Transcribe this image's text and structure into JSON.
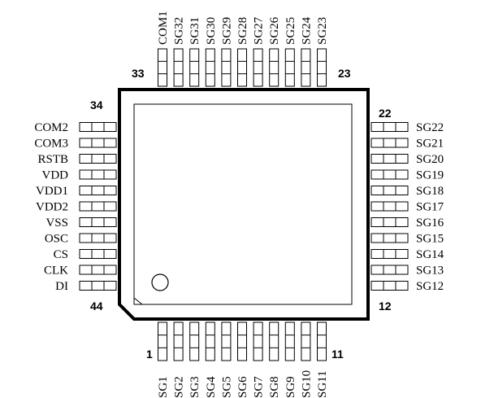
{
  "package": {
    "corner_numbers": {
      "top_left": "33",
      "top_right": "23",
      "right_top": "22",
      "right_bottom": "12",
      "bottom_left": "1",
      "bottom_right": "11",
      "left_top": "34",
      "left_bottom": "44"
    },
    "top_pins": [
      "COM1",
      "SG32",
      "SG31",
      "SG30",
      "SG29",
      "SG28",
      "SG27",
      "SG26",
      "SG25",
      "SG24",
      "SG23"
    ],
    "left_pins": [
      "COM2",
      "COM3",
      "RSTB",
      "VDD",
      "VDD1",
      "VDD2",
      "VSS",
      "OSC",
      "CS",
      "CLK",
      "DI"
    ],
    "right_pins": [
      "SG22",
      "SG21",
      "SG20",
      "SG19",
      "SG18",
      "SG17",
      "SG16",
      "SG15",
      "SG14",
      "SG13",
      "SG12"
    ],
    "bottom_pins": [
      "SG1",
      "SG2",
      "SG3",
      "SG4",
      "SG5",
      "SG6",
      "SG7",
      "SG8",
      "SG9",
      "SG10",
      "SG11"
    ]
  }
}
